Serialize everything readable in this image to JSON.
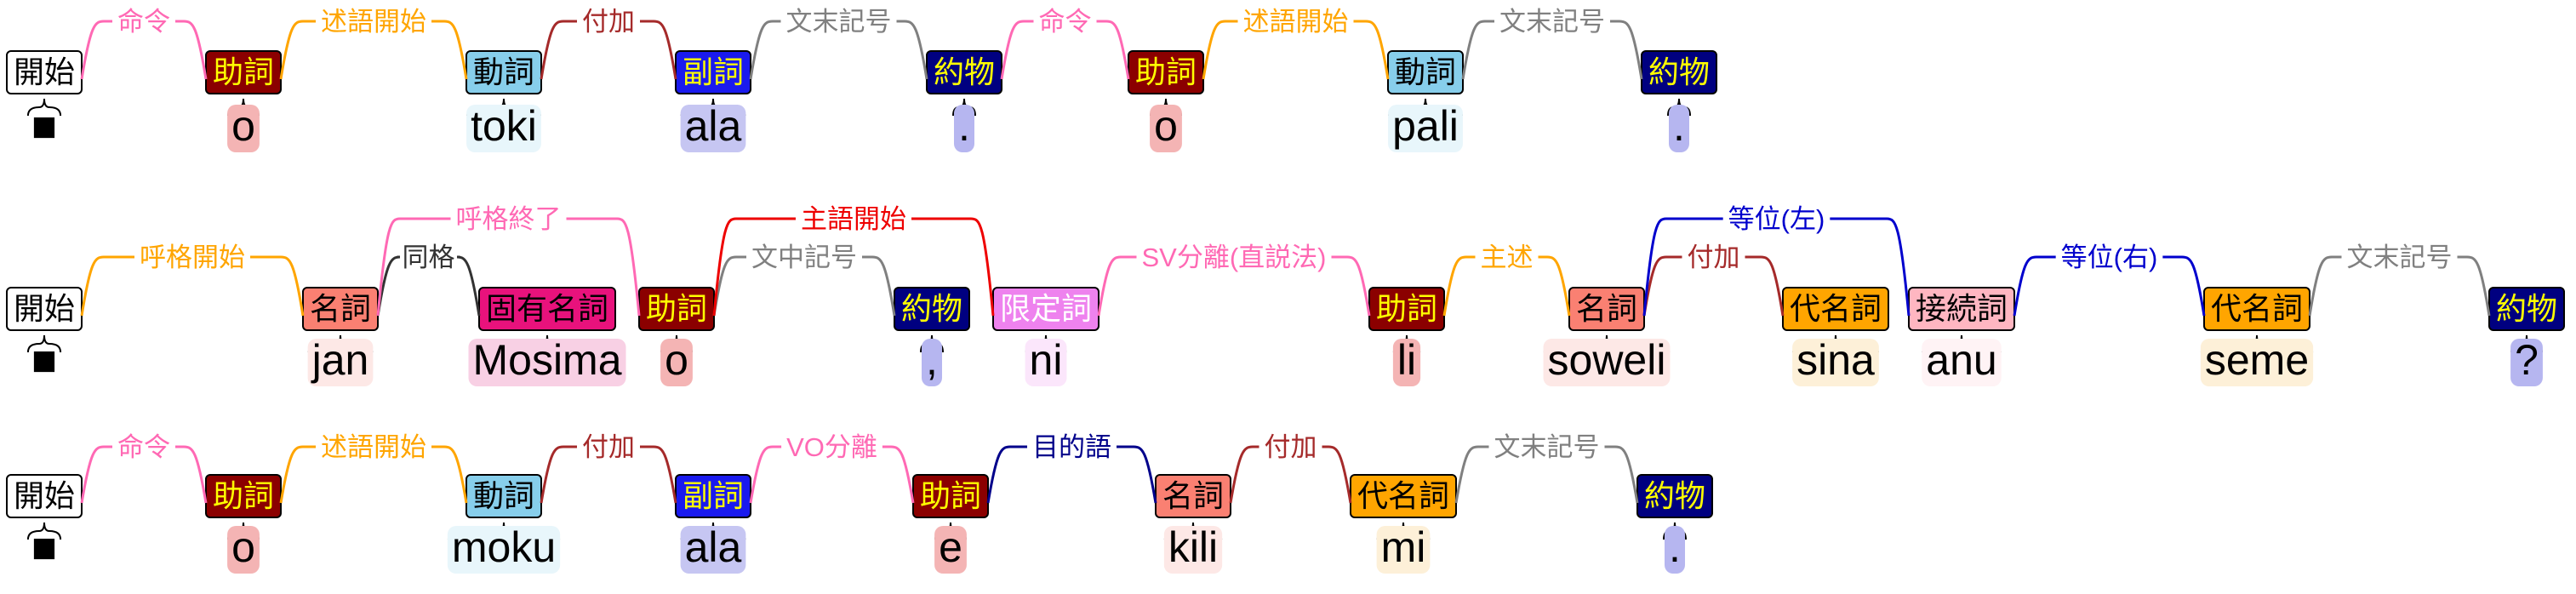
{
  "colors": {
    "pos": {
      "開始": {
        "fill": "#ffffff",
        "stroke": "#000000",
        "text": "#000000",
        "tok": null
      },
      "助詞": {
        "fill": "#8b0000",
        "stroke": "#000000",
        "text": "#ffff00",
        "tok": "#f4b4b4"
      },
      "動詞": {
        "fill": "#87ceeb",
        "stroke": "#000000",
        "text": "#000000",
        "tok": "#e8f6fb"
      },
      "副詞": {
        "fill": "#1a1aee",
        "stroke": "#000000",
        "text": "#ffff00",
        "tok": "#c6c6f2"
      },
      "約物": {
        "fill": "#000080",
        "stroke": "#000000",
        "text": "#ffff00",
        "tok": "#b6b6f0"
      },
      "名詞": {
        "fill": "#fa8072",
        "stroke": "#000000",
        "text": "#000000",
        "tok": "#fde8e6"
      },
      "固有名詞": {
        "fill": "#e8127c",
        "stroke": "#000000",
        "text": "#000000",
        "tok": "#f8d0e4"
      },
      "限定詞": {
        "fill": "#ee82ee",
        "stroke": "#000000",
        "text": "#ffffff",
        "tok": "#fbe6fb"
      },
      "代名詞": {
        "fill": "#ffa500",
        "stroke": "#000000",
        "text": "#000000",
        "tok": "#fdf0d8"
      },
      "接続詞": {
        "fill": "#ffb6c1",
        "stroke": "#000000",
        "text": "#000000",
        "tok": "#fff3f5"
      }
    },
    "rel": {
      "命令": "#ff69b4",
      "述語開始": "#ffa500",
      "付加": "#a52a2a",
      "文末記号": "#808080",
      "呼格開始": "#ffa500",
      "呼格終了": "#ff69b4",
      "同格": "#333333",
      "主語開始": "#ee0000",
      "文中記号": "#808080",
      "SV分離(直説法)": "#ff69b4",
      "主述": "#ffa500",
      "等位(左)": "#0000cd",
      "等位(右)": "#0000cd",
      "VO分離": "#ff69b4",
      "目的語": "#00008b"
    }
  },
  "rows": [
    {
      "tokens": [
        {
          "pos": "開始",
          "text": "■"
        },
        {
          "pos": "助詞",
          "text": "o"
        },
        {
          "pos": "動詞",
          "text": "toki"
        },
        {
          "pos": "副詞",
          "text": "ala"
        },
        {
          "pos": "約物",
          "text": "."
        },
        {
          "pos": "助詞",
          "text": "o"
        },
        {
          "pos": "動詞",
          "text": "pali"
        },
        {
          "pos": "約物",
          "text": "."
        }
      ],
      "arcs": [
        {
          "from": 0,
          "to": 1,
          "label": "命令"
        },
        {
          "from": 1,
          "to": 2,
          "label": "述語開始"
        },
        {
          "from": 2,
          "to": 3,
          "label": "付加"
        },
        {
          "from": 3,
          "to": 4,
          "label": "文末記号"
        },
        {
          "from": 4,
          "to": 5,
          "label": "命令"
        },
        {
          "from": 5,
          "to": 6,
          "label": "述語開始"
        },
        {
          "from": 6,
          "to": 7,
          "label": "文末記号"
        }
      ]
    },
    {
      "tokens": [
        {
          "pos": "開始",
          "text": "■"
        },
        {
          "pos": "名詞",
          "text": "jan"
        },
        {
          "pos": "固有名詞",
          "text": "Mosima"
        },
        {
          "pos": "助詞",
          "text": "o"
        },
        {
          "pos": "約物",
          "text": ","
        },
        {
          "pos": "限定詞",
          "text": "ni"
        },
        {
          "pos": "助詞",
          "text": "li"
        },
        {
          "pos": "名詞",
          "text": "soweli"
        },
        {
          "pos": "代名詞",
          "text": "sina"
        },
        {
          "pos": "接続詞",
          "text": "anu"
        },
        {
          "pos": "代名詞",
          "text": "seme"
        },
        {
          "pos": "約物",
          "text": "?"
        }
      ],
      "arcs": [
        {
          "from": 0,
          "to": 1,
          "label": "呼格開始"
        },
        {
          "from": 1,
          "to": 2,
          "label": "同格"
        },
        {
          "from": 1,
          "to": 3,
          "label": "呼格終了"
        },
        {
          "from": 3,
          "to": 4,
          "label": "文中記号"
        },
        {
          "from": 3,
          "to": 5,
          "label": "主語開始"
        },
        {
          "from": 5,
          "to": 6,
          "label": "SV分離(直説法)"
        },
        {
          "from": 6,
          "to": 7,
          "label": "主述"
        },
        {
          "from": 7,
          "to": 8,
          "label": "付加"
        },
        {
          "from": 7,
          "to": 9,
          "label": "等位(左)"
        },
        {
          "from": 9,
          "to": 10,
          "label": "等位(右)"
        },
        {
          "from": 10,
          "to": 11,
          "label": "文末記号"
        }
      ]
    },
    {
      "tokens": [
        {
          "pos": "開始",
          "text": "■"
        },
        {
          "pos": "助詞",
          "text": "o"
        },
        {
          "pos": "動詞",
          "text": "moku"
        },
        {
          "pos": "副詞",
          "text": "ala"
        },
        {
          "pos": "助詞",
          "text": "e"
        },
        {
          "pos": "名詞",
          "text": "kili"
        },
        {
          "pos": "代名詞",
          "text": "mi"
        },
        {
          "pos": "約物",
          "text": "."
        }
      ],
      "arcs": [
        {
          "from": 0,
          "to": 1,
          "label": "命令"
        },
        {
          "from": 1,
          "to": 2,
          "label": "述語開始"
        },
        {
          "from": 2,
          "to": 3,
          "label": "付加"
        },
        {
          "from": 3,
          "to": 4,
          "label": "VO分離"
        },
        {
          "from": 4,
          "to": 5,
          "label": "目的語"
        },
        {
          "from": 5,
          "to": 6,
          "label": "付加"
        },
        {
          "from": 6,
          "to": 7,
          "label": "文末記号"
        }
      ]
    }
  ]
}
